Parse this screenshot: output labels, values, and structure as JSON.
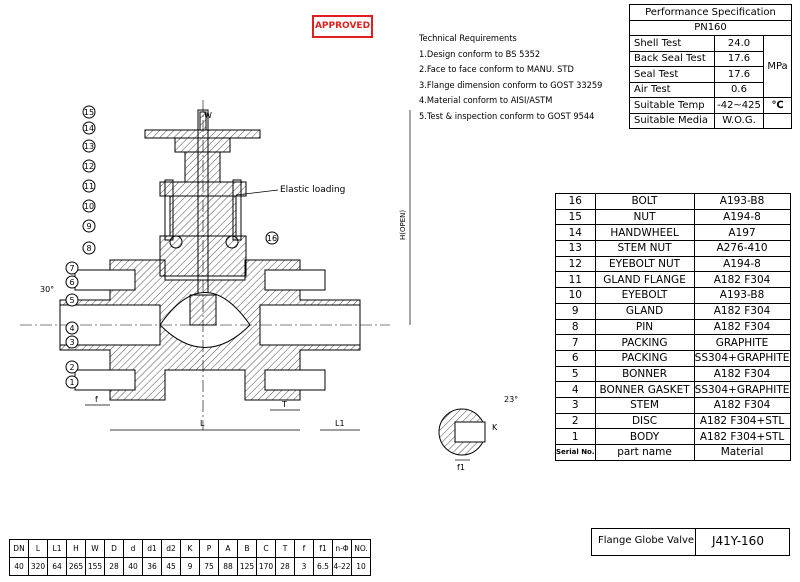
{
  "approved": "APPROVED",
  "tech": {
    "title": "Technical Requirements",
    "items": [
      "1.Design conform to BS 5352",
      "2.Face to face conform to MANU. STD",
      "3.Flange dimension conform to GOST 33259",
      "4.Material conform to AISI/ASTM",
      "5.Test & inspection conform to GOST 9544"
    ]
  },
  "perf": {
    "title": "Performance Specification",
    "pn": "PN160",
    "rows": [
      {
        "name": "Shell Test",
        "value": "24.0"
      },
      {
        "name": "Back Seal Test",
        "value": "17.6"
      },
      {
        "name": "Seal Test",
        "value": "17.6"
      },
      {
        "name": "Air Test",
        "value": "0.6"
      }
    ],
    "unit_pressure": "MPa",
    "temp_label": "Suitable Temp",
    "temp_value": "-42~425",
    "temp_unit": "℃",
    "media_label": "Suitable Media",
    "media_value": "W.O.G."
  },
  "parts": {
    "rows": [
      {
        "no": "16",
        "name": "BOLT",
        "material": "A193-B8"
      },
      {
        "no": "15",
        "name": "NUT",
        "material": "A194-8"
      },
      {
        "no": "14",
        "name": "HANDWHEEL",
        "material": "A197"
      },
      {
        "no": "13",
        "name": "STEM NUT",
        "material": "A276-410"
      },
      {
        "no": "12",
        "name": "EYEBOLT NUT",
        "material": "A194-8"
      },
      {
        "no": "11",
        "name": "GLAND FLANGE",
        "material": "A182 F304"
      },
      {
        "no": "10",
        "name": "EYEBOLT",
        "material": "A193-B8"
      },
      {
        "no": "9",
        "name": "GLAND",
        "material": "A182 F304"
      },
      {
        "no": "8",
        "name": "PIN",
        "material": "A182 F304"
      },
      {
        "no": "7",
        "name": "PACKING",
        "material": "GRAPHITE"
      },
      {
        "no": "6",
        "name": "PACKING",
        "material": "SS304+GRAPHITE"
      },
      {
        "no": "5",
        "name": "BONNER",
        "material": "A182 F304"
      },
      {
        "no": "4",
        "name": "BONNER GASKET",
        "material": "SS304+GRAPHITE"
      },
      {
        "no": "3",
        "name": "STEM",
        "material": "A182 F304"
      },
      {
        "no": "2",
        "name": "DISC",
        "material": "A182 F304+STL"
      },
      {
        "no": "1",
        "name": "BODY",
        "material": "A182 F304+STL"
      }
    ],
    "header": {
      "no": "Serial No.",
      "name": "part name",
      "material": "Material"
    }
  },
  "dims": {
    "headers": [
      "DN",
      "L",
      "L1",
      "H",
      "W",
      "D",
      "d",
      "d1",
      "d2",
      "K",
      "P",
      "A",
      "B",
      "C",
      "T",
      "f",
      "f1",
      "n-Φ",
      "NO."
    ],
    "values": [
      "40",
      "320",
      "64",
      "265",
      "155",
      "28",
      "40",
      "36",
      "45",
      "9",
      "75",
      "88",
      "125",
      "170",
      "28",
      "3",
      "6.5",
      "4-22",
      "10"
    ]
  },
  "drawing": {
    "elastic": "Elastic loading",
    "h_open": "H(OPEN)",
    "balloons": [
      "15",
      "14",
      "13",
      "12",
      "11",
      "10",
      "9",
      "8",
      "16",
      "7",
      "6",
      "5",
      "4",
      "3",
      "2",
      "1"
    ],
    "angle": "30°",
    "detail_angle": "23°"
  },
  "title_block": {
    "label": "Flange Globe Valve",
    "model": "J41Y-160"
  }
}
